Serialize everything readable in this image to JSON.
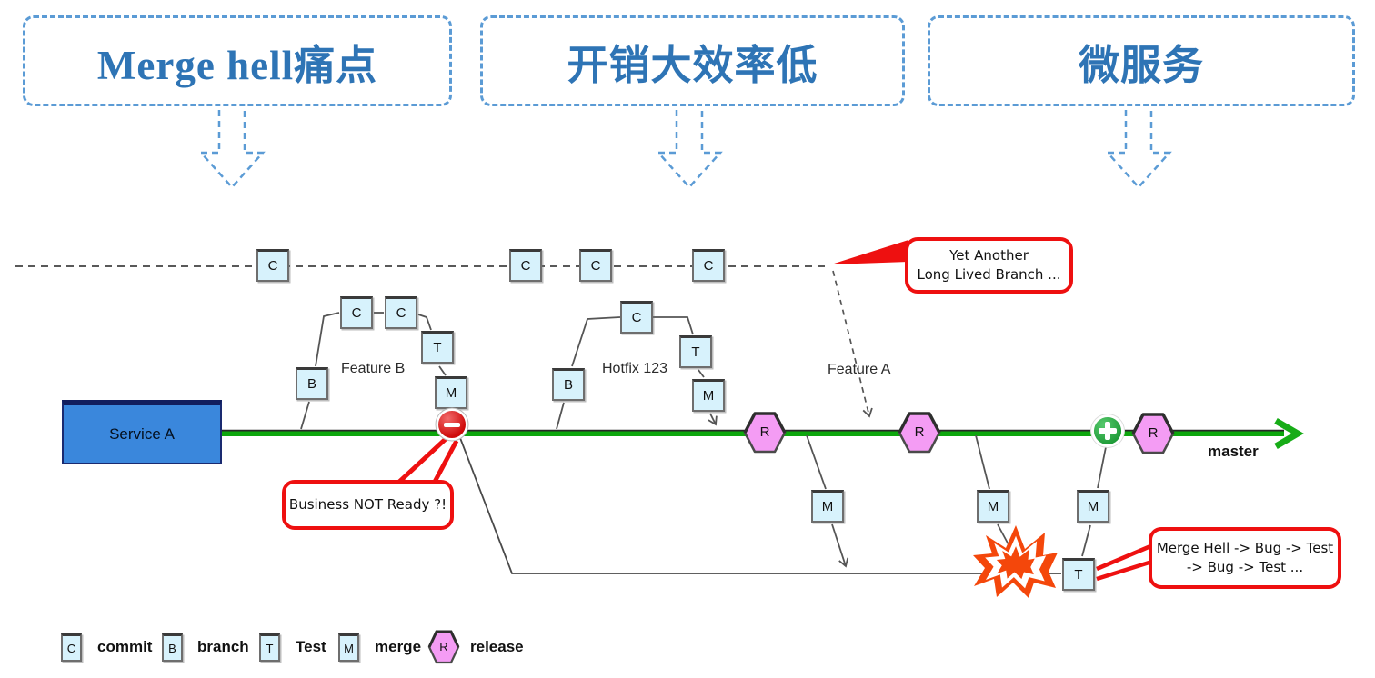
{
  "top_callouts": [
    {
      "label": "Merge hell痛点"
    },
    {
      "label": "开销大效率低"
    },
    {
      "label": "微服务"
    }
  ],
  "diagram": {
    "service_a_label": "Service A",
    "master_label": "master",
    "feature_b_label": "Feature B",
    "hotfix_label": "Hotfix 123",
    "feature_a_label": "Feature A",
    "letters": {
      "commit": "C",
      "branch": "B",
      "test": "T",
      "merge": "M",
      "release": "R"
    },
    "bubbles": {
      "long_lived_line1": "Yet Another",
      "long_lived_line2": "Long Lived Branch ...",
      "business": "Business NOT Ready ?!",
      "merge_hell_line1": "Merge Hell -> Bug -> Test",
      "merge_hell_line2": "-> Bug -> Test ..."
    }
  },
  "legend": {
    "commit": "commit",
    "branch": "branch",
    "test": "Test",
    "merge": "merge",
    "release": "release"
  },
  "colors": {
    "node_fill": "#D7F2FC",
    "release_fill": "#F49CF4",
    "master_green": "#0DA60D",
    "callout_red": "#EE1010",
    "explosion_orange": "#F4470B",
    "service_blue": "#3A87DC",
    "top_text_blue": "#2E74B5",
    "top_border_blue": "#5B9BD5"
  }
}
